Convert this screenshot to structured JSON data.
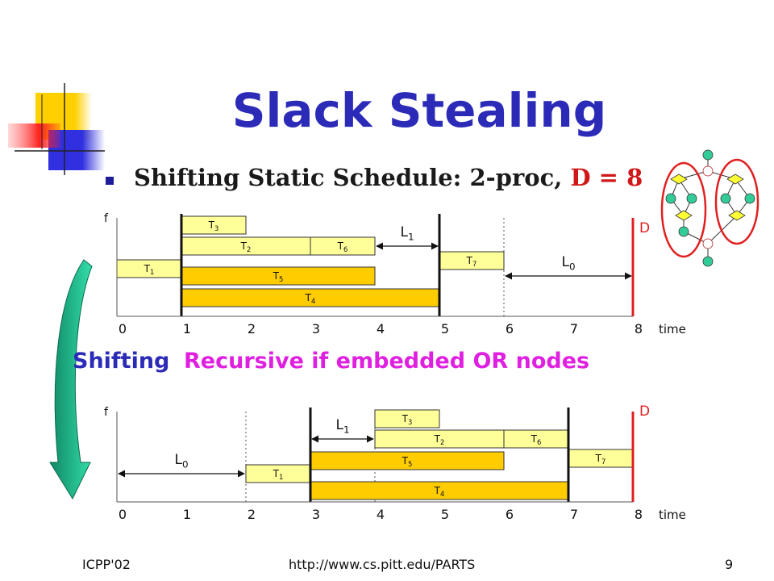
{
  "slide": {
    "title": "Slack Stealing",
    "subtitle_main": "Shifting Static Schedule: 2-proc,",
    "subtitle_accent": "D = 8",
    "mid_heading": "Shifting",
    "mid_note": "Recursive if embedded OR nodes",
    "footer_left": "ICPP'02",
    "footer_center": "http://www.cs.pitt.edu/PARTS",
    "page_number": "9"
  },
  "colors": {
    "title": "#2b2bb8",
    "accent_red": "#d01818",
    "magenta": "#e020e0",
    "task_light": "#ffff99",
    "task_dark": "#ffcc00",
    "deadline": "#e02020",
    "arrow_green": "#20c090"
  },
  "charts": [
    {
      "name": "original",
      "y_axis_label": "f",
      "x_axis_label": "time",
      "ticks": [
        "0",
        "1",
        "2",
        "3",
        "4",
        "5",
        "6",
        "7",
        "8"
      ],
      "deadline_label": "D",
      "deadline_at": 8,
      "tasks": [
        {
          "id": "T1",
          "label": "T",
          "sub": "1",
          "start": 0,
          "end": 1,
          "row": 4,
          "style": "light"
        },
        {
          "id": "T3",
          "label": "T",
          "sub": "3",
          "start": 1,
          "end": 2,
          "row": 0,
          "style": "light"
        },
        {
          "id": "T2",
          "label": "T",
          "sub": "2",
          "start": 1,
          "end": 3,
          "row": 1,
          "style": "light"
        },
        {
          "id": "T6",
          "label": "T",
          "sub": "6",
          "start": 3,
          "end": 4,
          "row": 1,
          "style": "light"
        },
        {
          "id": "T5",
          "label": "T",
          "sub": "5",
          "start": 1,
          "end": 4,
          "row": 3,
          "style": "dark"
        },
        {
          "id": "T4",
          "label": "T",
          "sub": "4",
          "start": 1,
          "end": 5,
          "row": 5,
          "style": "dark"
        },
        {
          "id": "T7",
          "label": "T",
          "sub": "7",
          "start": 5,
          "end": 6,
          "row": 2,
          "style": "light"
        }
      ],
      "thick_lines": [
        1,
        5
      ],
      "dashed_lines": [
        6
      ],
      "slack_arrows": [
        {
          "label": "L",
          "sub": "1",
          "from": 4,
          "to": 5,
          "row": 1
        },
        {
          "label": "L",
          "sub": "0",
          "from": 6,
          "to": 8,
          "row": 3
        }
      ]
    },
    {
      "name": "shifted",
      "y_axis_label": "f",
      "x_axis_label": "time",
      "ticks": [
        "0",
        "1",
        "2",
        "3",
        "4",
        "5",
        "6",
        "7",
        "8"
      ],
      "deadline_label": "D",
      "deadline_at": 8,
      "tasks": [
        {
          "id": "T1",
          "label": "T",
          "sub": "1",
          "start": 2,
          "end": 3,
          "row": 3,
          "style": "light"
        },
        {
          "id": "T3",
          "label": "T",
          "sub": "3",
          "start": 4,
          "end": 5,
          "row": 0,
          "style": "light"
        },
        {
          "id": "T2",
          "label": "T",
          "sub": "2",
          "start": 4,
          "end": 6,
          "row": 1,
          "style": "light"
        },
        {
          "id": "T6",
          "label": "T",
          "sub": "6",
          "start": 6,
          "end": 7,
          "row": 1,
          "style": "light"
        },
        {
          "id": "T5",
          "label": "T",
          "sub": "5",
          "start": 3,
          "end": 6,
          "row": 4,
          "style": "dark"
        },
        {
          "id": "T4",
          "label": "T",
          "sub": "4",
          "start": 3,
          "end": 7,
          "row": 5,
          "style": "dark"
        },
        {
          "id": "T7",
          "label": "T",
          "sub": "7",
          "start": 7,
          "end": 8,
          "row": 2,
          "style": "light"
        }
      ],
      "thick_lines": [
        3,
        7
      ],
      "dashed_lines": [
        2,
        4
      ],
      "slack_arrows": [
        {
          "label": "L",
          "sub": "1",
          "from": 3,
          "to": 4,
          "row": 1
        },
        {
          "label": "L",
          "sub": "0",
          "from": 0,
          "to": 2,
          "row": 3
        }
      ]
    }
  ]
}
